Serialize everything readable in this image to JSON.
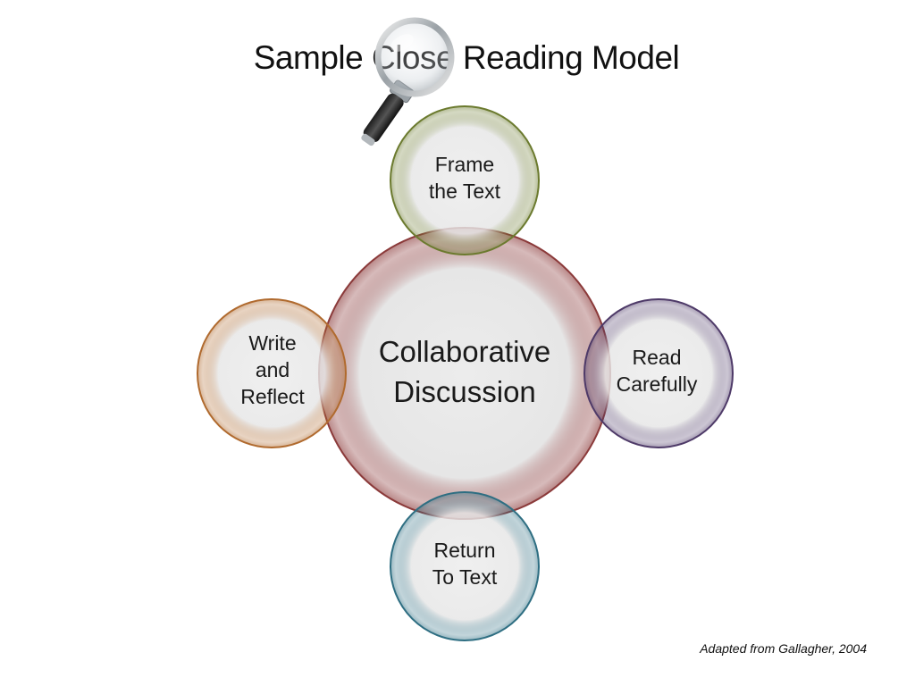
{
  "slide": {
    "title": "Sample Close Reading Model",
    "credit": "Adapted from Gallagher, 2004"
  },
  "diagram": {
    "center": {
      "lines": [
        "Collaborative",
        "Discussion"
      ],
      "color": "#8b3a3a"
    },
    "nodes": [
      {
        "id": "top",
        "lines": [
          "Frame",
          "the Text"
        ],
        "color": "#6b7a2e"
      },
      {
        "id": "right",
        "lines": [
          "Read",
          "Carefully"
        ],
        "color": "#4e3a68"
      },
      {
        "id": "bottom",
        "lines": [
          "Return",
          "To Text"
        ],
        "color": "#2e6e82"
      },
      {
        "id": "left",
        "lines": [
          "Write",
          "and",
          "Reflect"
        ],
        "color": "#b06a2e"
      }
    ]
  },
  "icons": {
    "magnifier": "magnifying-glass-icon"
  }
}
